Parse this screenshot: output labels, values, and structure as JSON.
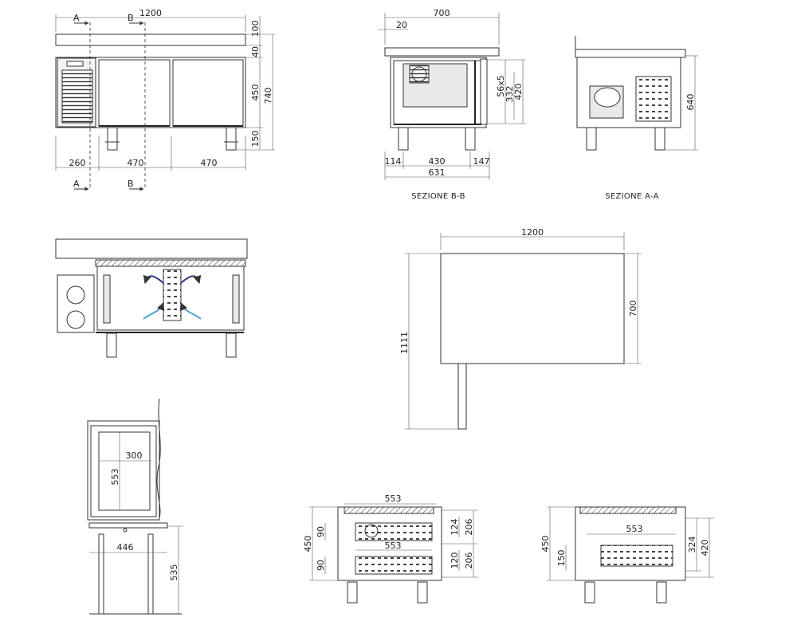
{
  "front_view": {
    "section_marks": [
      "A",
      "B"
    ],
    "dims": {
      "width_total": "1200",
      "top_100": "100",
      "band_40": "40",
      "body_450": "450",
      "legs_150": "150",
      "height_740": "740",
      "unit_260": "260",
      "door1_470": "470",
      "door2_470": "470"
    }
  },
  "section_bb": {
    "caption": "SEZIONE B-B",
    "dims": {
      "depth_700": "700",
      "edge_20": "20",
      "d_114": "114",
      "d_430": "430",
      "d_147": "147",
      "d_631": "631",
      "shelves": "56x5",
      "h_332": "332",
      "h_420": "420"
    }
  },
  "section_aa": {
    "caption": "SEZIONE A-A",
    "dims": {
      "h_640": "640"
    }
  },
  "plan_view": {
    "dims": {
      "width_1200": "1200",
      "depth_700": "700",
      "total_1111": "1111"
    }
  },
  "drawer_detail": {
    "dims": {
      "w_300": "300",
      "h_553": "553",
      "w_446": "446",
      "h_535": "535"
    }
  },
  "drawers_view": {
    "dims": {
      "top_553": "553",
      "mid_553": "553",
      "h_450": "450",
      "h_90a": "90",
      "h_90b": "90",
      "h_124": "124",
      "h_206a": "206",
      "h_120": "120",
      "h_206b": "206"
    }
  },
  "tray_view": {
    "dims": {
      "w_553": "553",
      "h_450": "450",
      "h_150": "150",
      "h_324": "324",
      "h_420": "420"
    }
  }
}
